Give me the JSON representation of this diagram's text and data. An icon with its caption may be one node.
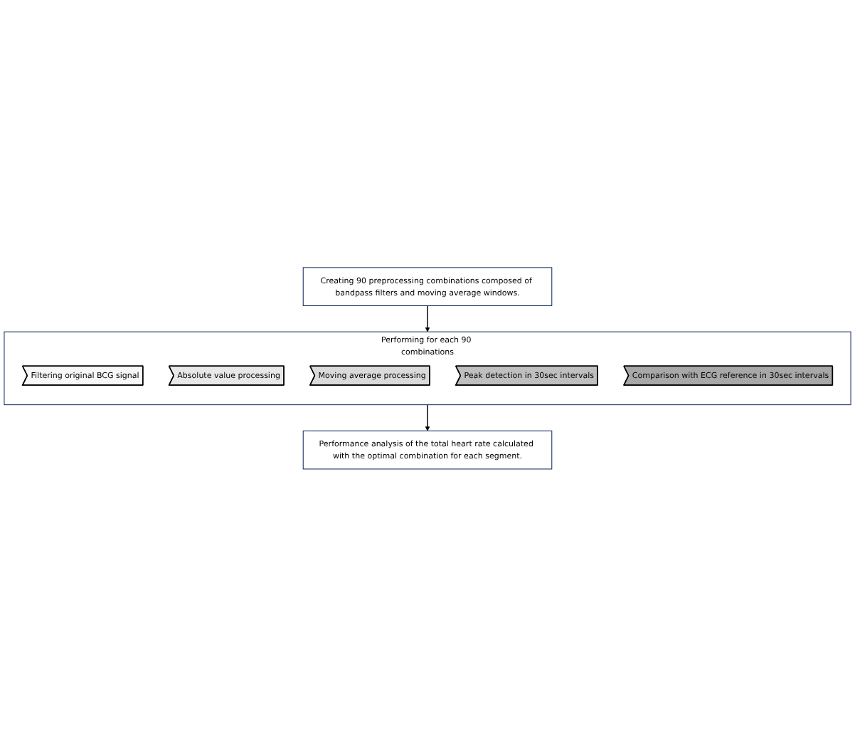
{
  "diagram": {
    "nodes": [
      {
        "text": [
          "Creating 90 preprocessing combinations composed of bandpass filters and moving average windows."
        ]
      },
      {
        "text": [
          "Performing for each 90 combinations"
        ]
      },
      {
        "text": [
          "Filtering original BCG signal"
        ],
        "in": 1
      },
      {
        "text": [
          "Absolute value processing"
        ],
        "in": 1
      },
      {
        "text": [
          "Moving average processing"
        ],
        "in": 1
      },
      {
        "text": [
          "Peak detection in 30sec intervals"
        ],
        "in": 1
      },
      {
        "text": [
          "Comparison with ECG reference in 30sec intervals"
        ],
        "in": 1
      },
      {
        "text": [
          "Performance analysis of the total heart rate calculated with the optimal combination for each segment."
        ]
      }
    ],
    "edges": [
      {
        "from": 0,
        "to": 1,
        "arrow": "to"
      },
      {
        "from": 1,
        "to": 7,
        "arrow": "to"
      }
    ]
  }
}
